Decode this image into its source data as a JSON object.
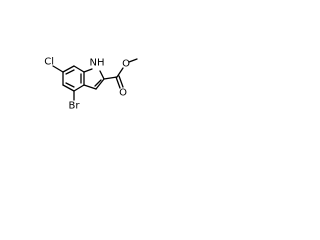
{
  "molecule": {
    "labels": {
      "nh": "NH",
      "chlorine": "Cl",
      "bromine": "Br",
      "carbonyl_oxygen": "O",
      "ester_oxygen": "O"
    }
  },
  "colors": {
    "bond": "#000000",
    "text": "#000000",
    "background": "#ffffff"
  }
}
